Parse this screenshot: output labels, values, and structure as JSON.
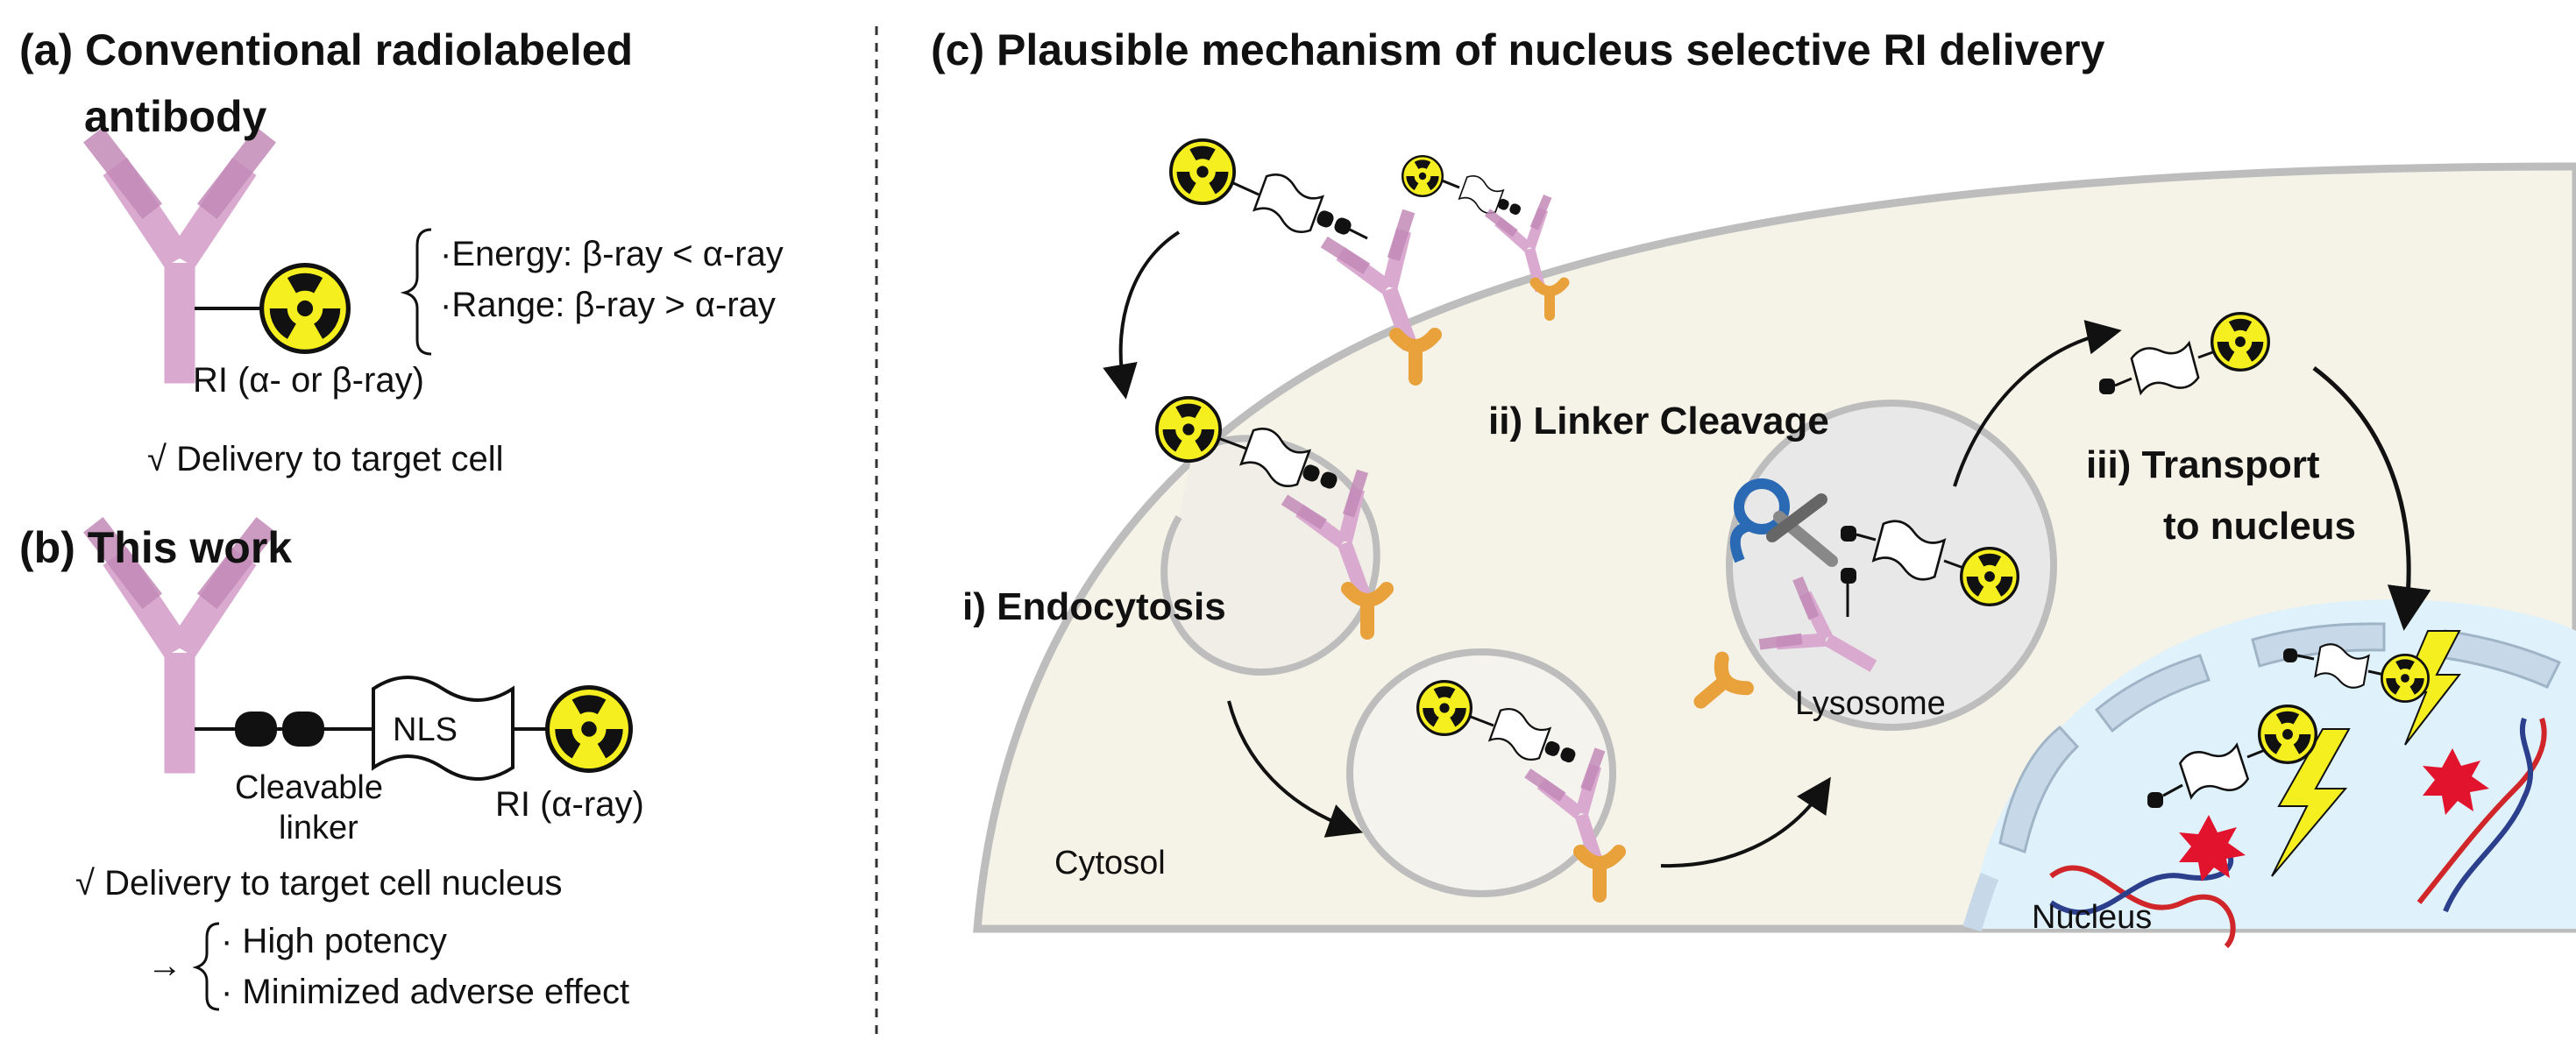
{
  "panel_a": {
    "title_line1": "(a) Conventional radiolabeled",
    "title_line2": "antibody",
    "prop_energy": "·Energy: β-ray < α-ray",
    "prop_range": "·Range: β-ray > α-ray",
    "ri_label": "RI (α- or β-ray)",
    "delivery": "√ Delivery to target cell"
  },
  "panel_b": {
    "title": "(b) This work",
    "nls_label": "NLS",
    "linker_label_1": "Cleavable",
    "linker_label_2": "linker",
    "ri_label": "RI (α-ray)",
    "delivery": "√ Delivery to target cell nucleus",
    "arrow": "→",
    "benefit_1": "· High potency",
    "benefit_2": "· Minimized adverse effect"
  },
  "panel_c": {
    "title": "(c) Plausible mechanism of nucleus selective RI delivery",
    "step_1": "i) Endocytosis",
    "step_2": "ii) Linker Cleavage",
    "step_3_line1": "iii) Transport",
    "step_3_line2": "to nucleus",
    "lysosome": "Lysosome",
    "cytosol": "Cytosol",
    "nucleus": "Nucleus"
  },
  "colors": {
    "antibody": "#d9a9cf",
    "antibody_dark": "#c28ab7",
    "antigen": "#e9a23b",
    "radiation_yellow": "#f6ef1f",
    "membrane": "#bdbdbd",
    "cytosol_fill": "#f5f2e7",
    "nucleus_fill": "#dff1fb",
    "dna_red": "#d0262a",
    "dna_blue": "#2c3f8c",
    "scissors": "#2a6ab5"
  }
}
